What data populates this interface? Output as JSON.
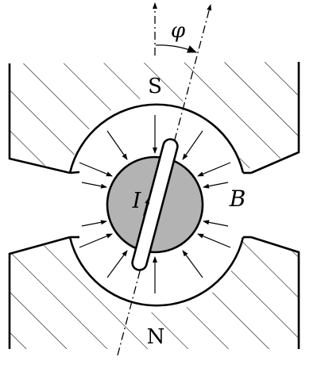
{
  "labels": {
    "south": "S",
    "north": "N",
    "field": "B",
    "current": "I",
    "angle": "φ"
  },
  "colors": {
    "line": "#000000",
    "hatch": "#000000",
    "core_fill": "#b3b3b3",
    "background": "#ffffff"
  }
}
